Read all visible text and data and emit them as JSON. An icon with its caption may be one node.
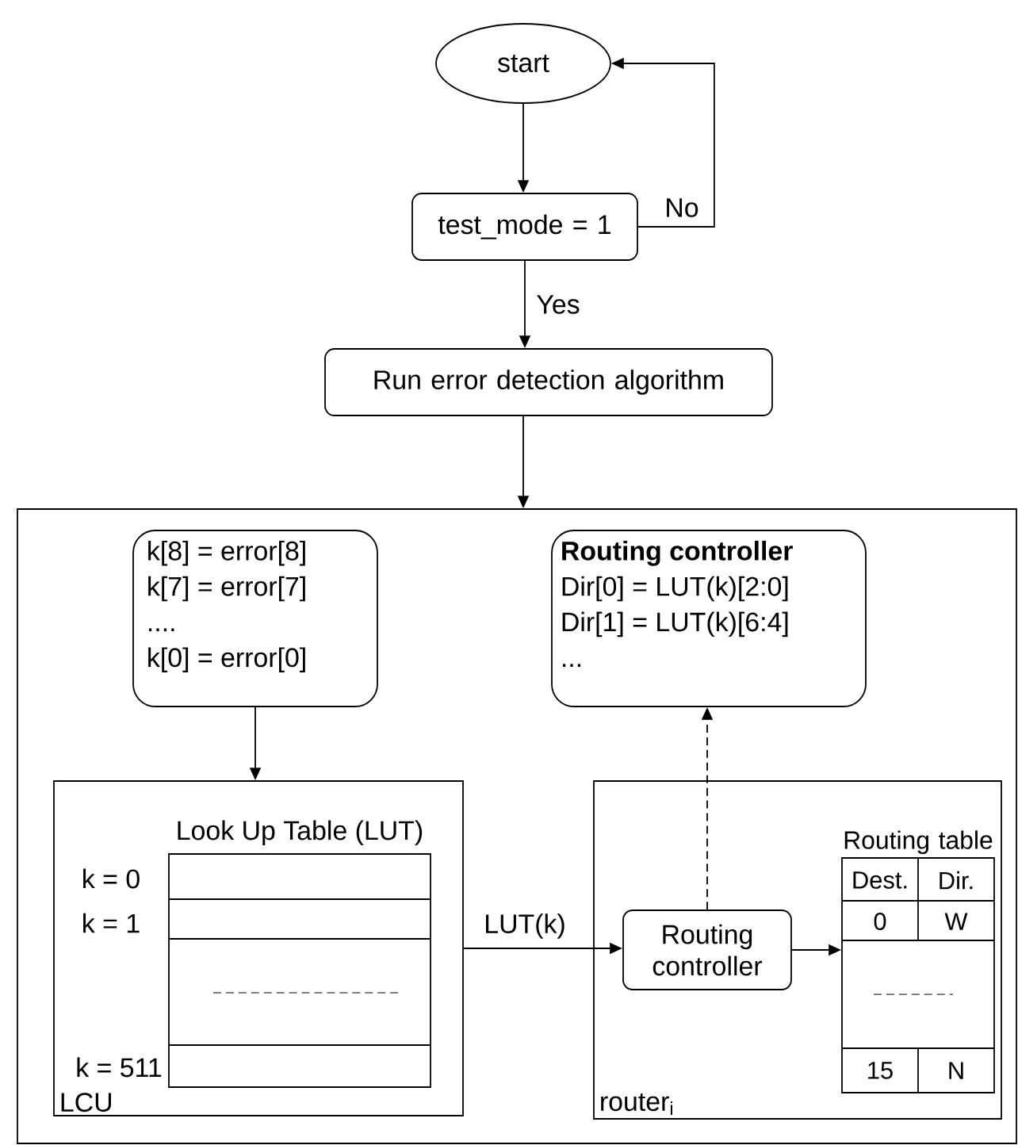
{
  "diagram": {
    "nodes": [
      {
        "text": [
          "start"
        ]
      },
      {
        "text": [
          "test_mode = 1"
        ]
      },
      {
        "text": [
          "Run error detection algorithm"
        ]
      },
      {
        "text": [],
        "shape": "box"
      },
      {
        "text": [
          "k[8] = error[8]",
          "k[7] = error[7]",
          "....",
          "k[0] = error[0]"
        ],
        "in": 3
      },
      {
        "text": [
          "Routing controller",
          "Dir[0] = LUT(k)[2:0]",
          "Dir[1] = LUT(k)[6:4]",
          "..."
        ],
        "in": 3
      },
      {
        "text": [
          "LCU"
        ],
        "in": 3
      },
      {
        "text": [
          "Look Up Table (LUT)"
        ],
        "in": 6,
        "beside": [
          "k = 0",
          "k = 1",
          "k = 511"
        ]
      },
      {
        "text": [
          "router$_{i}$"
        ],
        "in": 3
      },
      {
        "text": [
          "Routing controller"
        ],
        "in": 8
      },
      {
        "text": [
          "Routing table"
        ],
        "in": 8
      }
    ],
    "edges": [
      {
        "from": 0,
        "to": 1,
        "arrow": "to"
      },
      {
        "from": 1,
        "to": 0,
        "arrow": "to",
        "label": "No"
      },
      {
        "from": 1,
        "to": 2,
        "arrow": "to",
        "label": "Yes"
      },
      {
        "from": 2,
        "to": 3,
        "arrow": "to"
      },
      {
        "from": 4,
        "to": 6,
        "arrow": "to"
      },
      {
        "from": 6,
        "to": 9,
        "arrow": "to",
        "label": "LUT(k)"
      },
      {
        "from": 9,
        "to": 10,
        "arrow": "to"
      },
      {
        "from": 9,
        "to": 5,
        "arrow": "to",
        "style": "dashed"
      }
    ],
    "labels": [
      "Dest.",
      "Dir.",
      "0",
      "W",
      "15",
      "N"
    ]
  }
}
